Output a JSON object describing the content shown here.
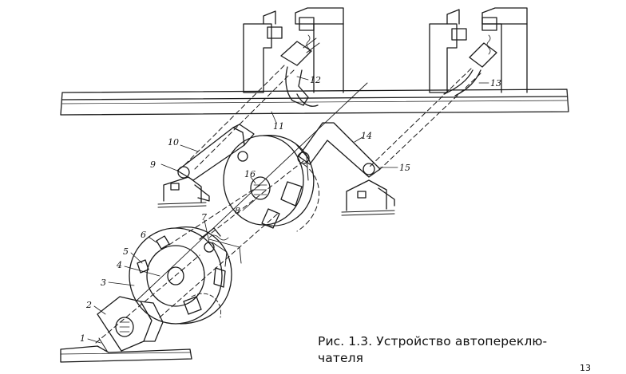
{
  "figure": {
    "caption_line1": "Рис. 1.3. Устройство автопереклю-",
    "caption_line2": "чателя",
    "page_number": "13",
    "labels": {
      "l1": "1",
      "l2": "2",
      "l3": "3",
      "l4": "4",
      "l5": "5",
      "l6": "6",
      "l7": "7",
      "l8": "8",
      "l9": "9",
      "l10": "10",
      "l11": "11",
      "l12": "12",
      "l13": "13",
      "l14": "14",
      "l15": "15",
      "l16": "16"
    }
  }
}
